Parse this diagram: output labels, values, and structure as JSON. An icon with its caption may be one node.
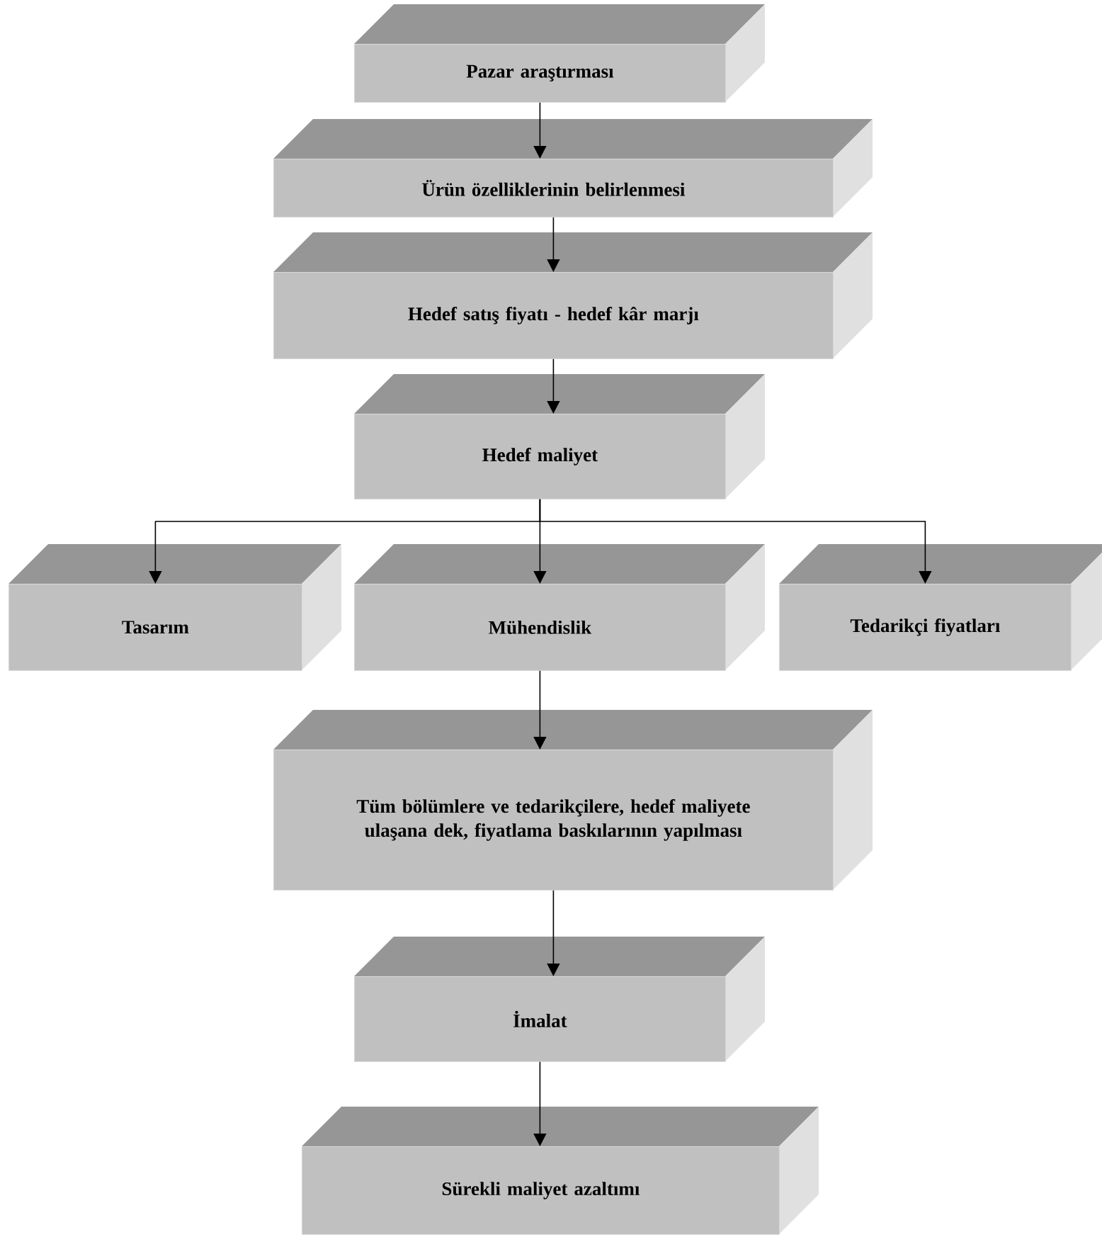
{
  "diagram": {
    "nodes": [
      {
        "text": [
          "Pazar araştırması"
        ]
      },
      {
        "text": [
          "Ürün özelliklerinin belirlenmesi"
        ]
      },
      {
        "text": [
          "Hedef satış fiyatı - hedef kâr marjı"
        ]
      },
      {
        "text": [
          "Hedef maliyet"
        ]
      },
      {
        "text": [
          "Tasarım"
        ]
      },
      {
        "text": [
          "Mühendislik"
        ]
      },
      {
        "text": [
          "Tedarikçi fiyatları"
        ]
      },
      {
        "text": [
          "Tüm bölümlere ve tedarikçilere, hedef maliyete ulaşana dek, fiyatlama baskılarının yapılması"
        ]
      },
      {
        "text": [
          "İmalat"
        ]
      },
      {
        "text": [
          "Sürekli maliyet azaltımı"
        ]
      }
    ],
    "edges": [
      {
        "from": 0,
        "to": 1,
        "arrow": "to"
      },
      {
        "from": 1,
        "to": 2,
        "arrow": "to"
      },
      {
        "from": 2,
        "to": 3,
        "arrow": "to"
      },
      {
        "from": 3,
        "to": 4,
        "arrow": "to"
      },
      {
        "from": 3,
        "to": 5,
        "arrow": "to"
      },
      {
        "from": 3,
        "to": 6,
        "arrow": "to"
      },
      {
        "from": 5,
        "to": 7,
        "arrow": "to"
      },
      {
        "from": 7,
        "to": 8,
        "arrow": "to"
      },
      {
        "from": 8,
        "to": 9,
        "arrow": "to"
      }
    ]
  }
}
